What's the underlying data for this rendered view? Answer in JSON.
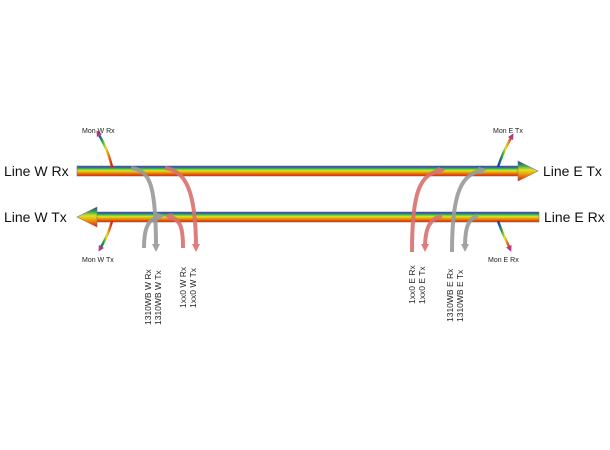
{
  "lines": {
    "w_rx": "Line W Rx",
    "e_tx": "Line E Tx",
    "w_tx": "Line W Tx",
    "e_rx": "Line E Rx"
  },
  "monitors": {
    "w_rx": "Mon W Rx",
    "e_tx": "Mon E Tx",
    "w_tx": "Mon W Tx",
    "e_rx": "Mon E Rx"
  },
  "ports": {
    "wb_w_rx": "1310WB W Rx",
    "wb_w_tx": "1310WB W Tx",
    "xx0_w_rx": "1xx0 W Rx",
    "xx0_w_tx": "1xx0 W Tx",
    "xx0_e_rx": "1xx0 E Rx",
    "xx0_e_tx": "1xx0 E Tx",
    "wb_e_rx": "1310WB E Rx",
    "wb_e_tx": "1310WB E Tx"
  },
  "colors": {
    "gray_path": "#9a9a9a",
    "red_path": "#d9716e",
    "monitor_arrow": "#b03a8a",
    "head_east": "#2230c8",
    "head_west": "#2230c8"
  }
}
